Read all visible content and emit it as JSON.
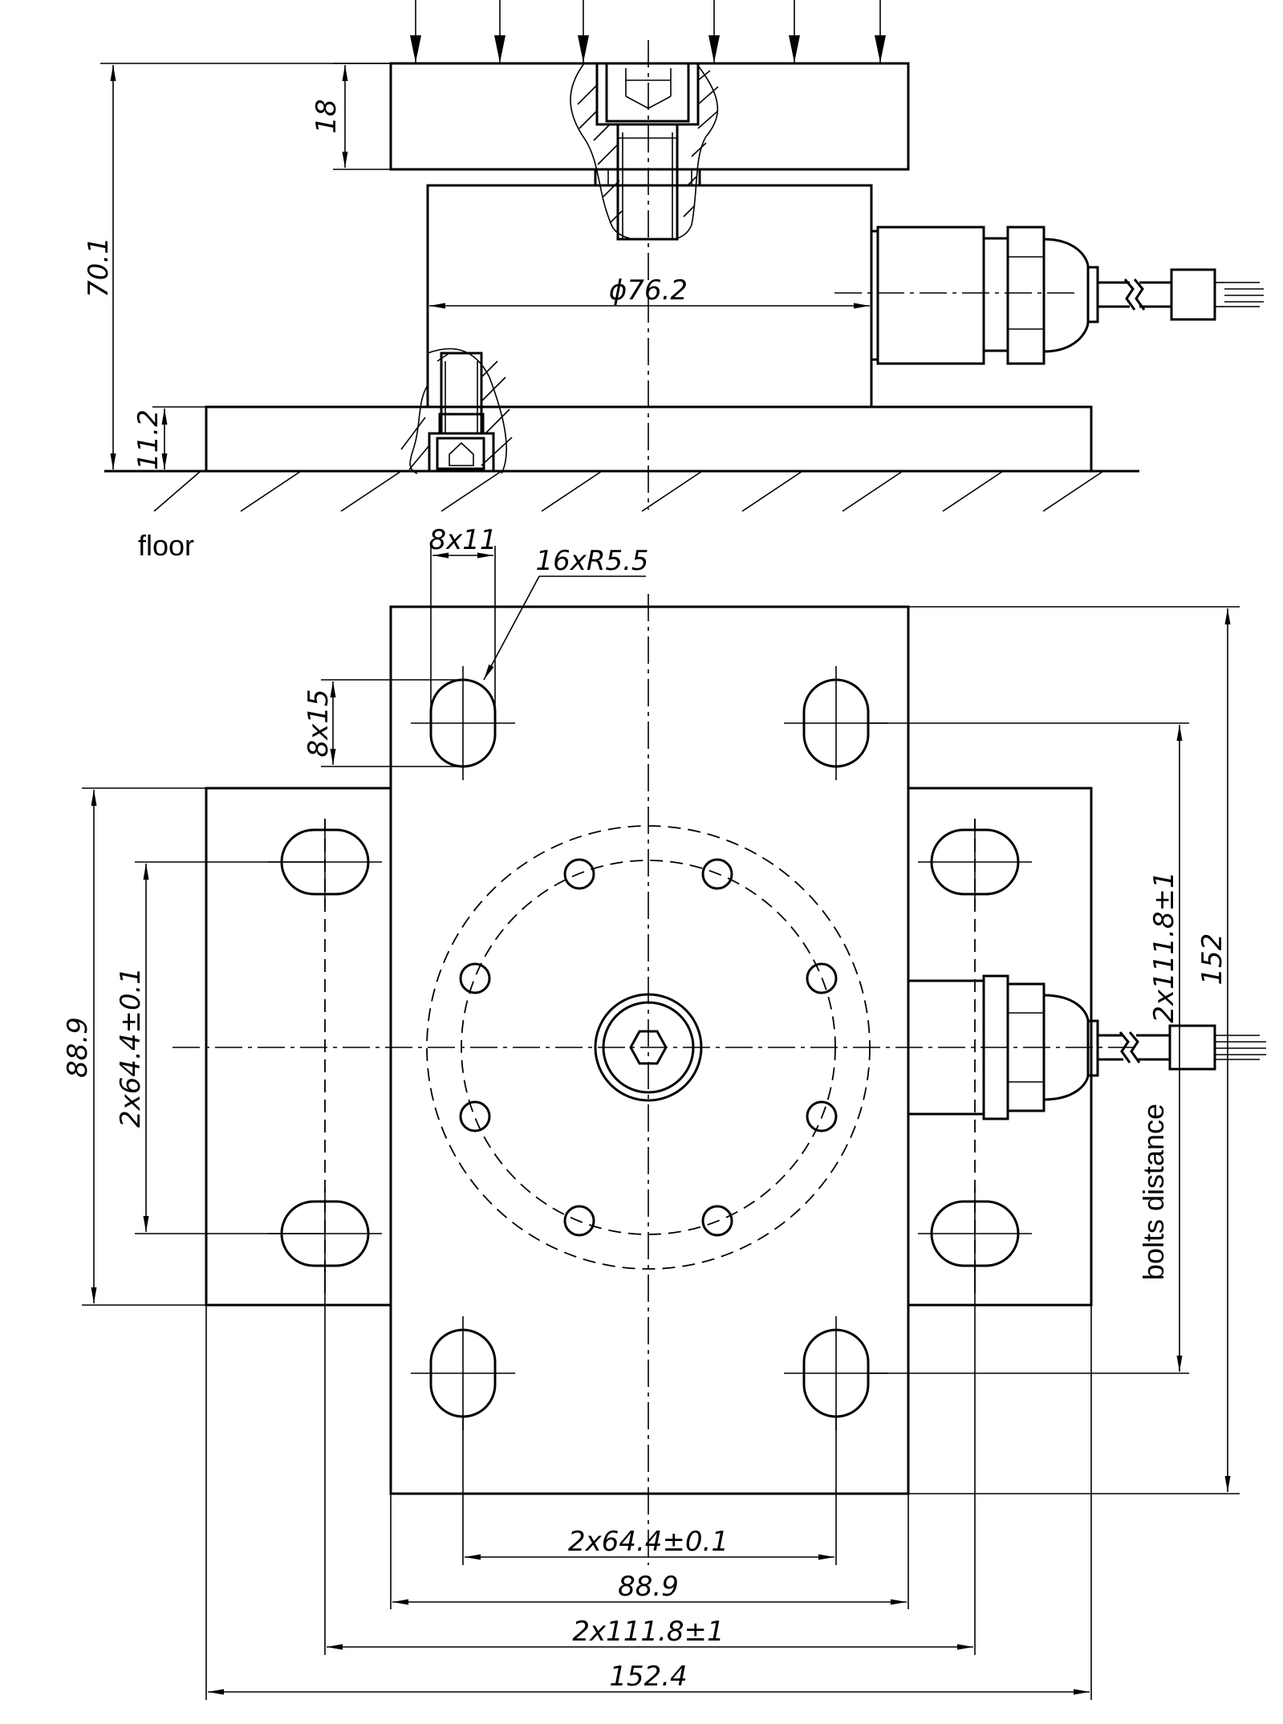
{
  "side_view": {
    "dims": {
      "top_plate_thickness": "18",
      "total_height": "70.1",
      "body_diameter": "ϕ76.2",
      "base_thickness": "11.2"
    },
    "floor_label": "floor"
  },
  "top_view": {
    "dims": {
      "slot_width": "8x11",
      "slot_radius": "16xR5.5",
      "slot_length": "8x15",
      "base_height": "88.9",
      "bolt_spacing_vertical": "2x64.4±0.1",
      "mount_spacing_vertical": "2x111.8±1",
      "overall_height": "152",
      "bolt_spacing_horizontal": "2x64.4±0.1",
      "plate_width": "88.9",
      "mount_spacing_horizontal": "2x111.8±1",
      "overall_width": "152.4"
    },
    "bolts_label": "bolts distance"
  }
}
